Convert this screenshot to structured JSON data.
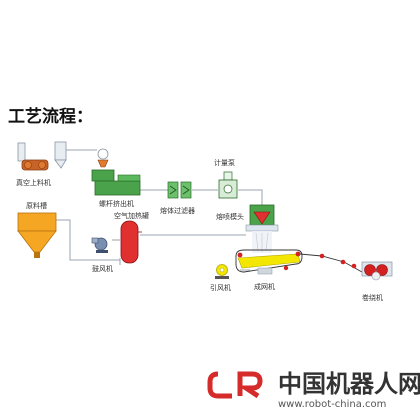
{
  "title": "工艺流程：",
  "labels": {
    "vacuum_loader": "真空上料机",
    "raw_bin": "原料槽",
    "extruder": "螺杆挤出机",
    "melt_filter": "熔体过滤器",
    "metering_pump": "计量泵",
    "air_heater": "空气加热罐",
    "blower": "鼓风机",
    "die": "熔喷模头",
    "draft_fan": "引风机",
    "web_former": "成网机",
    "winder": "卷绕机"
  },
  "watermark": {
    "logo": "CR",
    "site_name": "中国机器人网",
    "url": "www.robot-china.com"
  },
  "colors": {
    "bin_orange": "#f5a623",
    "machine_green": "#4aa34a",
    "heater_red": "#e03030",
    "belt_yellow": "#f3e600",
    "roller_red": "#d42020",
    "pipe_gray": "#9aa4b0"
  }
}
